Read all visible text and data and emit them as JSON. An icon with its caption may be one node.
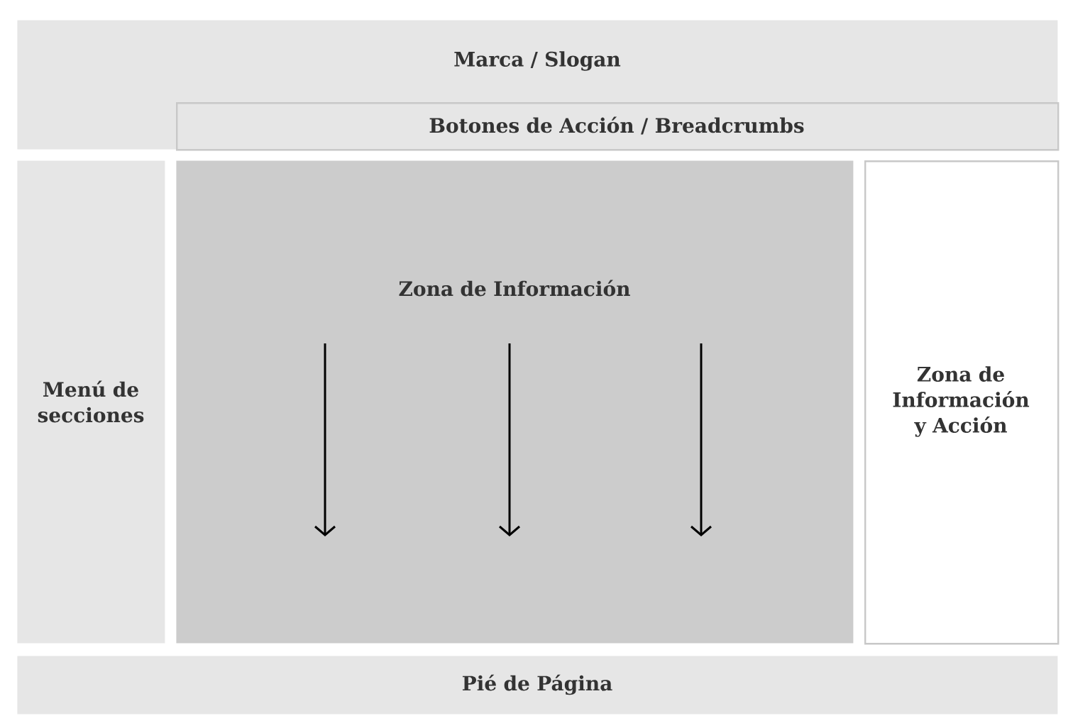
{
  "diagram": {
    "nodes": [
      {
        "text": [
          "Marca / Slogan"
        ]
      },
      {
        "text": [
          "Botones de Acción / Breadcrumbs"
        ],
        "in": 0
      },
      {
        "text": [
          "Menú de secciones"
        ]
      },
      {
        "text": [
          "Zona de Información"
        ]
      },
      {
        "text": [
          "Zona de Información y Acción"
        ]
      },
      {
        "text": [
          "Pié de Página"
        ]
      }
    ]
  }
}
